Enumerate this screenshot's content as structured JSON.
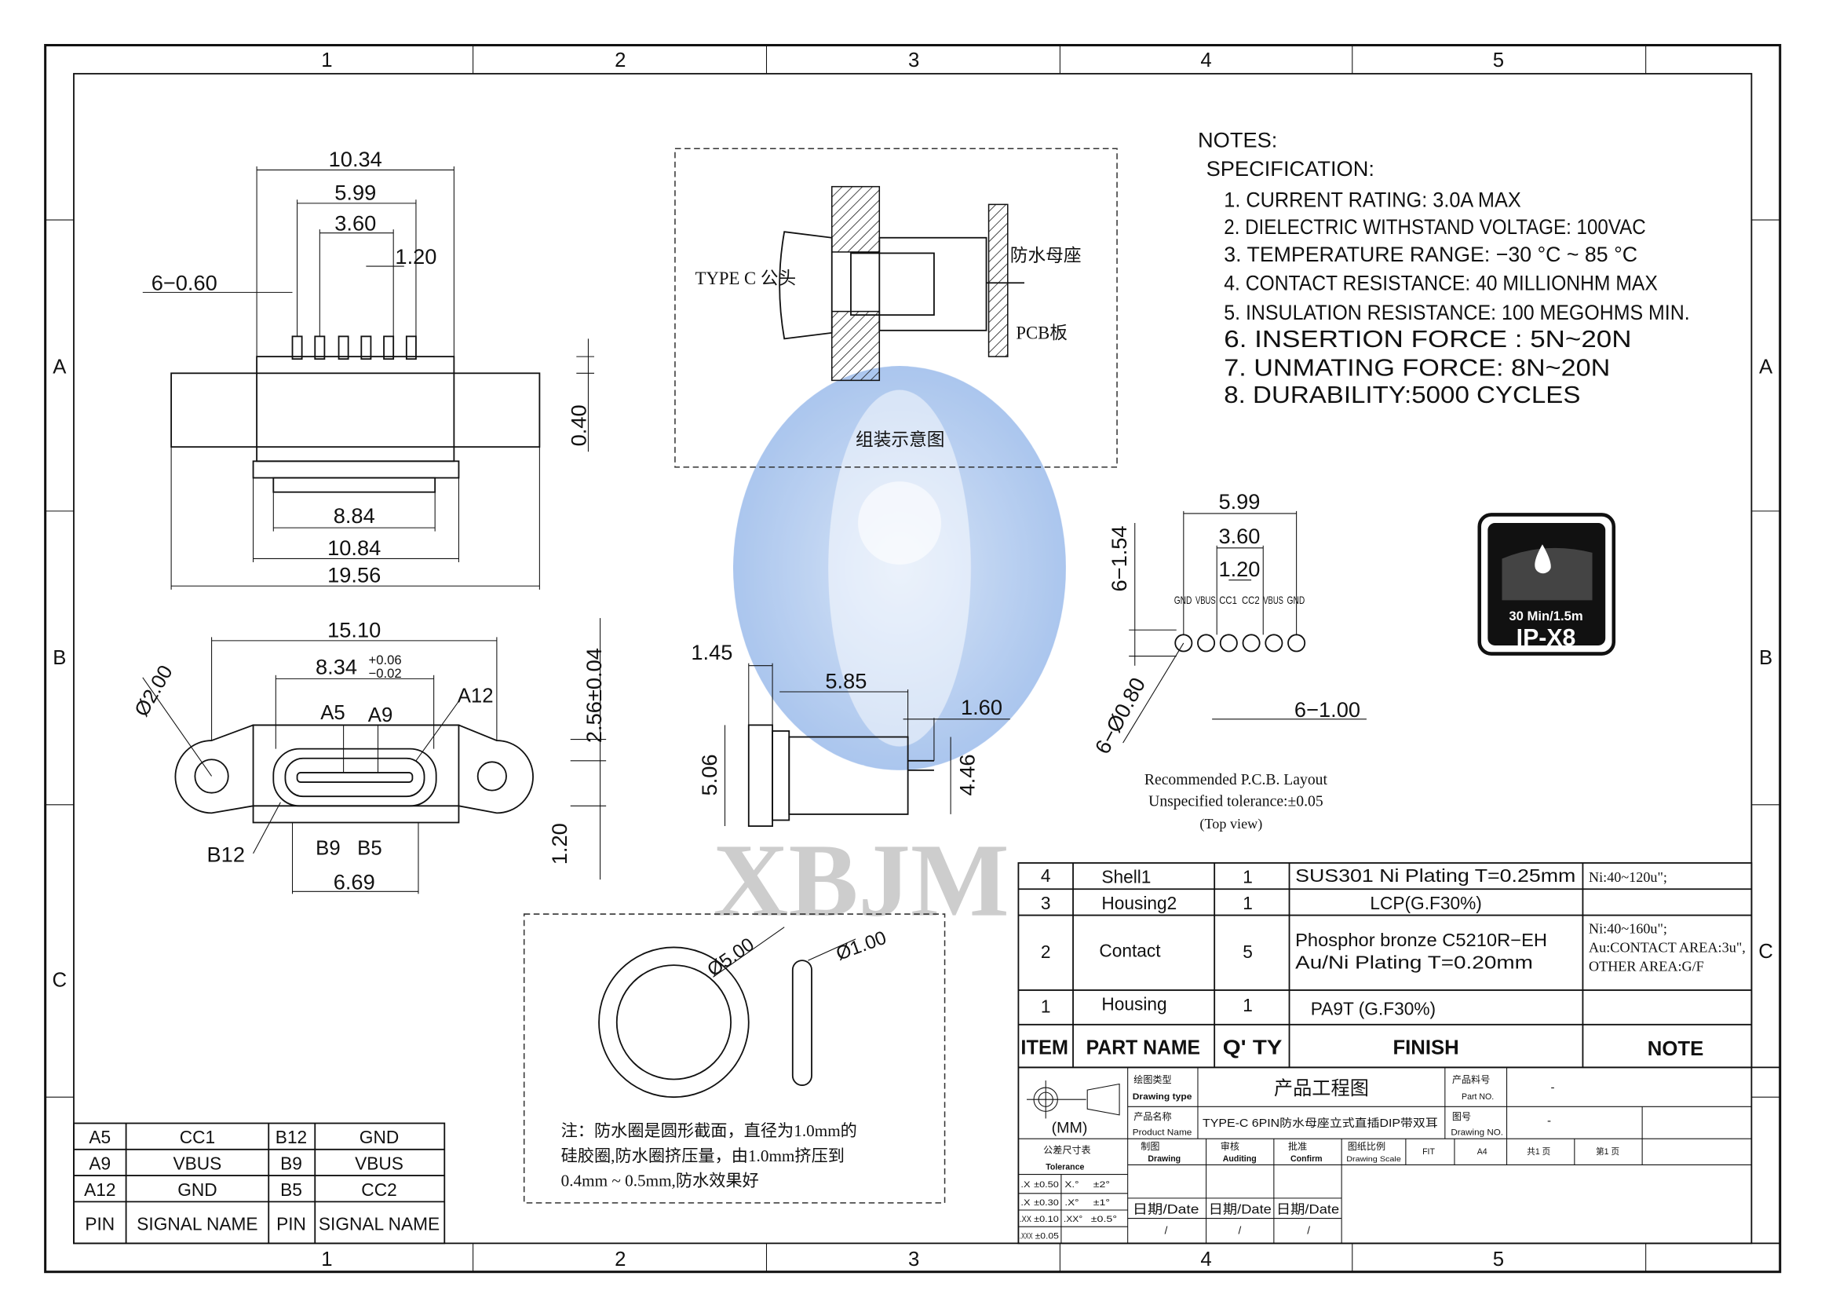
{
  "frame": {
    "zones_top": [
      "1",
      "2",
      "3",
      "4",
      "5"
    ],
    "zones_bottom": [
      "1",
      "2",
      "3",
      "4",
      "5"
    ],
    "rows_left": [
      "A",
      "B",
      "C"
    ],
    "rows_right": [
      "A",
      "B",
      "C"
    ]
  },
  "watermark": {
    "text": "XBJM",
    "color": "#8fb3e8"
  },
  "notes": {
    "title": "NOTES:",
    "subtitle": "SPECIFICATION:",
    "items": [
      "1. CURRENT RATING: 3.0A MAX",
      "2. DIELECTRIC WITHSTAND VOLTAGE: 100VAC",
      "3. TEMPERATURE RANGE: −30 °C ~ 85 °C",
      "4. CONTACT RESISTANCE: 40 MILLIONHM MAX",
      "5. INSULATION RESISTANCE: 100 MEGOHMS MIN.",
      "6.  INSERTION  FORCE  :  5N~20N",
      "7.  UNMATING  FORCE:  8N~20N",
      "8.  DURABILITY:5000  CYCLES"
    ]
  },
  "badge": {
    "caption": "30 Min/1.5m",
    "rating": "IP-X8"
  },
  "top_view": {
    "dims": [
      "10.34",
      "5.99",
      "3.60",
      "1.20",
      "6−0.60",
      "0.40",
      "8.84",
      "10.84",
      "19.56"
    ]
  },
  "front_view": {
    "dims": [
      "15.10",
      "8.34",
      "+0.06",
      "−0.02",
      "2.56±0.04",
      "Ø2.00",
      "A5",
      "A9",
      "A12",
      "B12",
      "B9",
      "B5",
      "1.20",
      "6.69"
    ]
  },
  "side_view": {
    "dims": [
      "1.45",
      "5.85",
      "1.60",
      "5.06",
      "4.46"
    ]
  },
  "assembly": {
    "plug_label": "TYPE C 公头",
    "socket_label": "防水母座",
    "pcb_label": "PCB板",
    "caption": "组装示意图"
  },
  "pcb_layout": {
    "dims": [
      "5.99",
      "3.60",
      "1.20",
      "6−1.54",
      "6−Ø0.80",
      "6−1.00"
    ],
    "pins": [
      "GND",
      "VBUS",
      "CC1",
      "CC2",
      "VBUS",
      "GND"
    ],
    "caption1": "Recommended P.C.B. Layout",
    "caption2": "Unspecified tolerance:±0.05",
    "caption3": "(Top view)"
  },
  "seal": {
    "dims": [
      "Ø5.00",
      "Ø1.00"
    ],
    "note": [
      "注：防水圈是圆形截面，直径为1.0mm的",
      "硅胶圈,防水圈挤压量，由1.0mm挤压到",
      "0.4mm ~ 0.5mm,防水效果好"
    ]
  },
  "pin_table": {
    "rows": [
      [
        "A5",
        "CC1",
        "B12",
        "GND"
      ],
      [
        "A9",
        "VBUS",
        "B9",
        "VBUS"
      ],
      [
        "A12",
        "GND",
        "B5",
        "CC2"
      ],
      [
        "PIN",
        "SIGNAL NAME",
        "PIN",
        "SIGNAL NAME"
      ]
    ]
  },
  "bom": {
    "rows": [
      {
        "item": "4",
        "name": "Shell1",
        "qty": "1",
        "finish": "SUS301  Ni   Plating  T=0.25mm",
        "note": [
          "Ni:40~120u\";"
        ]
      },
      {
        "item": "3",
        "name": "Housing2",
        "qty": "1",
        "finish": "LCP(G.F30%)",
        "note": []
      },
      {
        "item": "2",
        "name": "Contact",
        "qty": "5",
        "finish": "Phosphor  bronze  C5210R−EH",
        "finish2": "Au/Ni   Plating   T=0.20mm",
        "note": [
          "Ni:40~160u\";",
          "Au:CONTACT AREA:3u\",",
          "OTHER AREA:G/F"
        ]
      },
      {
        "item": "1",
        "name": "Housing",
        "qty": "1",
        "finish": "PA9T  (G.F30%)",
        "note": []
      }
    ],
    "headers": {
      "item": "ITEM",
      "name": "PART NAME",
      "qty": "Q' TY",
      "finish": "FINISH",
      "note": "NOTE"
    }
  },
  "title_block": {
    "unit": "(MM)",
    "drawing_type_cn": "绘图类型",
    "drawing_type_en": "Drawing type",
    "drawing_type_value": "产品工程图",
    "part_no_cn": "产品料号",
    "part_no_en": "Part NO.",
    "part_no_value": "-",
    "product_name_cn": "产品名称",
    "product_name_en": "Product Name",
    "product_name_value": "TYPE-C 6PIN防水母座立式直插DIP带双耳",
    "drawing_no_cn": "图号",
    "drawing_no_en": "Drawing NO.",
    "drawing_no_value": "-",
    "tolerance_cn": "公差尺寸表",
    "tolerance_en": "Tolerance",
    "tolerances": [
      [
        ".X",
        "±0.50",
        "X.°",
        "±2°"
      ],
      [
        ".X",
        "±0.30",
        ".X°",
        "±1°"
      ],
      [
        ".XX",
        "±0.10",
        ".XX°",
        "±0.5°"
      ],
      [
        ".XXX",
        "±0.05",
        "",
        ""
      ]
    ],
    "drawing_cn": "制图",
    "drawing_en": "Drawing",
    "auditing_cn": "审核",
    "auditing_en": "Auditing",
    "confirm_cn": "批准",
    "confirm_en": "Confirm",
    "scale_cn": "图纸比例",
    "scale_en": "Drawing Scale",
    "scale_value": "FIT",
    "size": "A4",
    "pages_total": "共1 页",
    "page_current": "第1 页",
    "date_label": "日期/Date",
    "date_value": "/"
  }
}
